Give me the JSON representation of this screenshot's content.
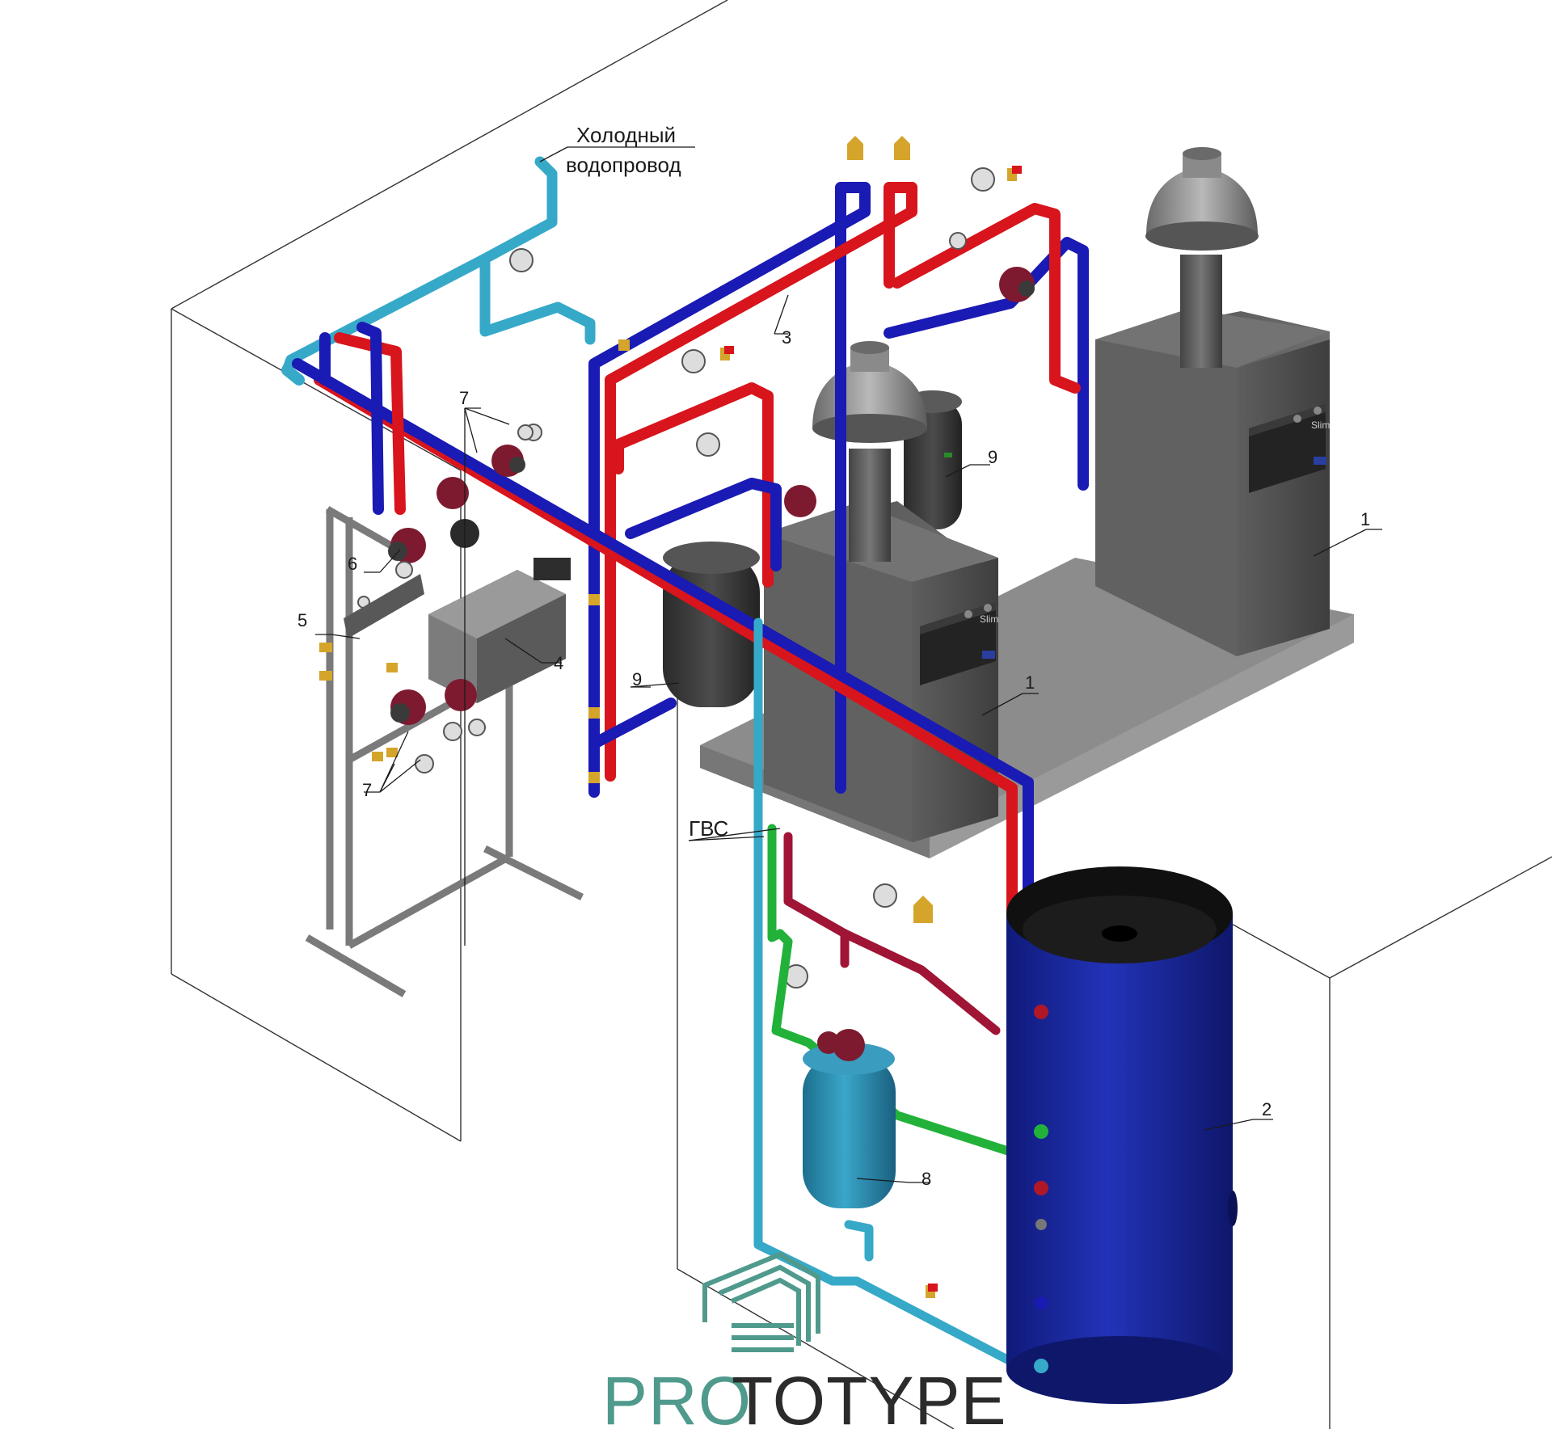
{
  "labels": {
    "cold_water_line1": "Холодный",
    "cold_water_line2": "водопровод",
    "dhw": "ГВС",
    "boiler_a": "1",
    "boiler_b": "1",
    "water_heater": "2",
    "controller_box": "3",
    "control_unit": "4",
    "manifold": "5",
    "pump_group": "6",
    "valves_top": "7",
    "valves_bottom": "7",
    "dhw_expansion_tank": "8",
    "heating_expansion_tank_a": "9",
    "heating_expansion_tank_b": "9",
    "boiler_brand_a": "Slim",
    "boiler_brand_b": "Slim"
  },
  "logo": {
    "part1": "PRO",
    "part2": "TOTYPE"
  },
  "colors": {
    "supply": "#d8141c",
    "return": "#1a1ab4",
    "cold_water": "#36a9c8",
    "dhw": "#22b23a",
    "recirc": "#a01436",
    "boiler": "#5a5a5a",
    "tank_blue": "#1c2a9e",
    "tank_cyan": "#2c8fb0",
    "logo_teal": "#4f9a8c",
    "logo_dark": "#2b2b2b"
  }
}
